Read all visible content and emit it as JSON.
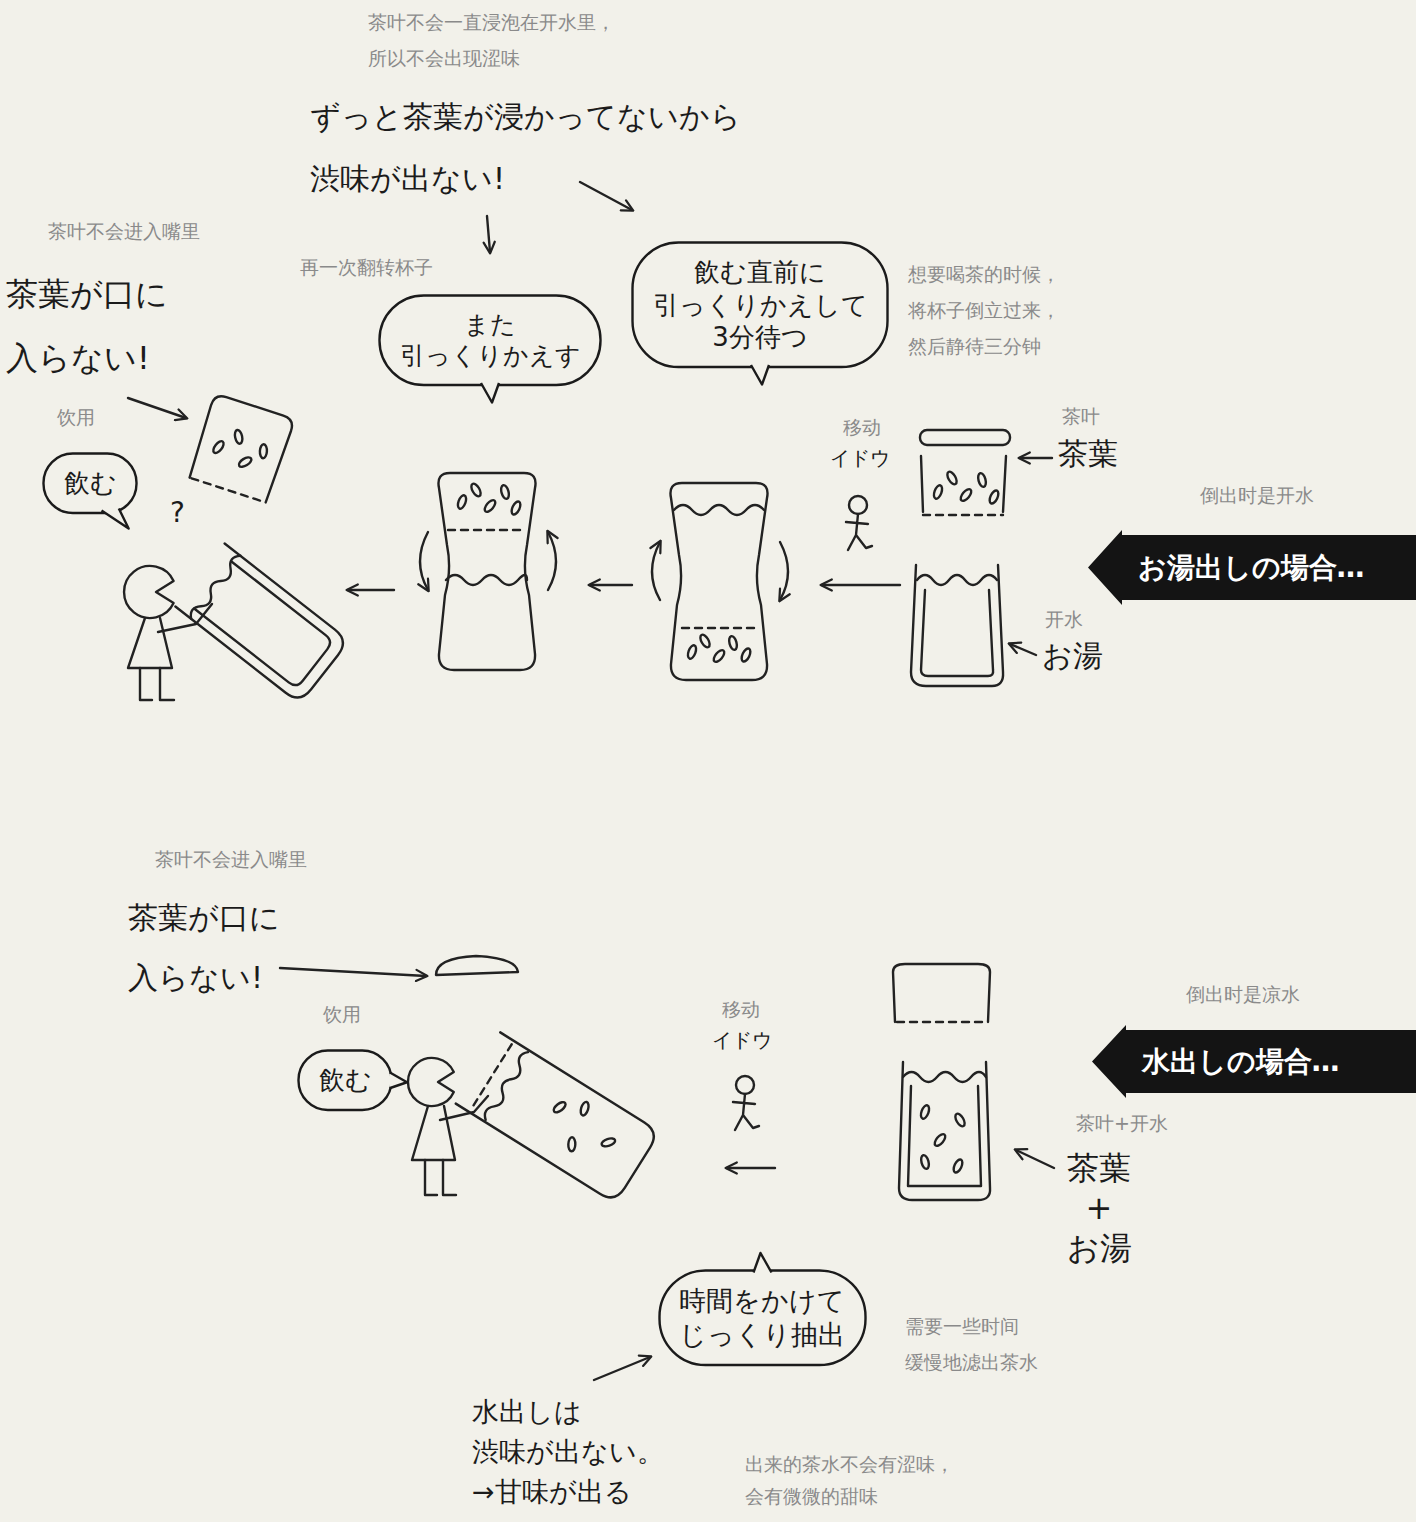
{
  "diagram": {
    "nodes": [
      {
        "text": [
          "また 引っくりかえす"
        ]
      },
      {
        "text": [
          "飲む直前に 引っくりかえして 3分待つ"
        ]
      },
      {
        "text": [
          "飲む"
        ]
      },
      {
        "text": [
          "お湯出しの場合…"
        ]
      },
      {
        "text": [
          "飲む"
        ]
      },
      {
        "text": [
          "水出しの場合…"
        ]
      },
      {
        "text": [
          "時間をかけて じっくり抽出"
        ]
      }
    ],
    "labels": [
      "茶叶不会一直浸泡在开水里， 所以不会出现涩味",
      "ずっと茶葉が浸かってないから 渋味が出ない!",
      "茶叶不会进入嘴里",
      "茶葉が口に 入らない!",
      "再一次翻转杯子",
      "想要喝茶的时候， 将杯子倒立过来， 然后静待三分钟",
      "饮用",
      "?",
      "移动",
      "イドウ",
      "茶叶",
      "茶葉",
      "倒出时是开水",
      "开水",
      "お湯",
      "茶叶不会进入嘴里",
      "茶葉が口に 入らない!",
      "饮用",
      "移动",
      "イドウ",
      "倒出时是凉水",
      "茶叶+开水",
      "茶葉 + お湯",
      "需要一些时间 缓慢地滤出茶水",
      "水出しは 渋味が出ない。 →甘味が出る",
      "出来的茶水不会有涩味， 会有微微的甜味"
    ]
  }
}
